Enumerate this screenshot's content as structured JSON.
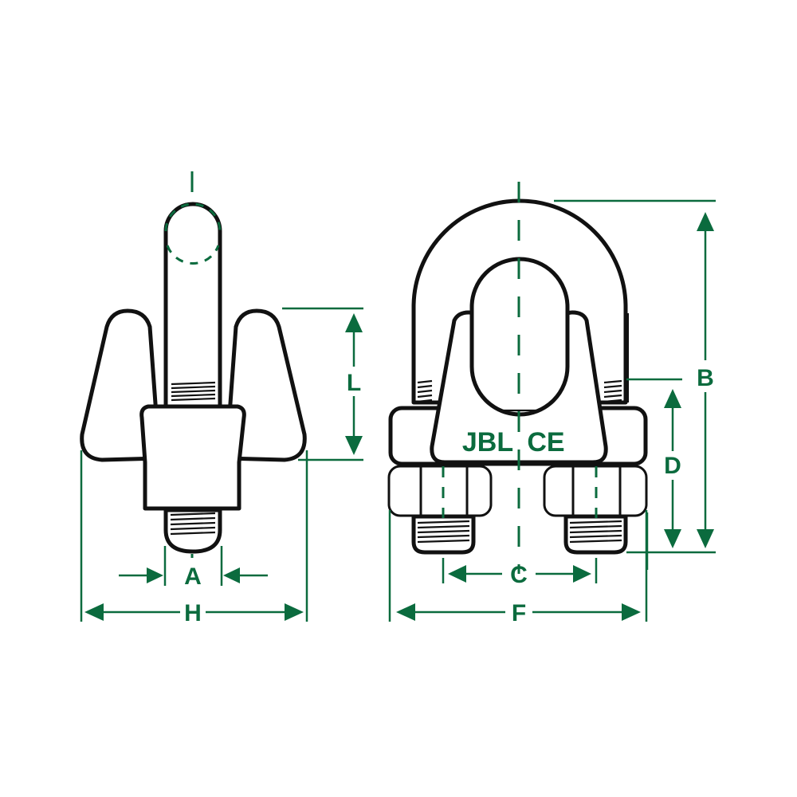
{
  "diagram": {
    "title": "Wire rope clip dimension drawing",
    "colors": {
      "outline": "#111111",
      "dimension": "#0b6b3e",
      "background": "#ffffff"
    },
    "side_view": {
      "dimensions": {
        "A": "A",
        "H": "H",
        "L": "L"
      }
    },
    "front_view": {
      "markings": {
        "brand": "JBL",
        "certification": "CE"
      },
      "dimensions": {
        "B": "B",
        "C": "C",
        "D": "D",
        "F": "F"
      }
    }
  }
}
